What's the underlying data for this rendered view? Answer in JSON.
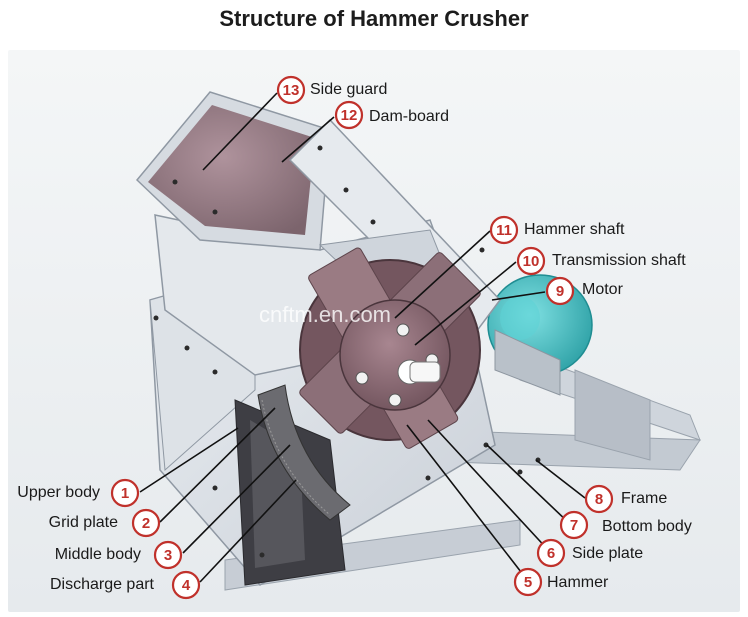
{
  "title": "Structure of Hammer Crusher",
  "watermark": "cnftm.en.com",
  "colors": {
    "badge": "#c0312b",
    "machine_body": "#d8dde4",
    "hopper_interior": "#8f6f73",
    "rotor": "#8c6e76",
    "motor": "#3fc0c4",
    "panel_background": "#eef1f3"
  },
  "parts": [
    {
      "number": "1",
      "name": "Upper body"
    },
    {
      "number": "2",
      "name": "Grid plate"
    },
    {
      "number": "3",
      "name": "Middle body"
    },
    {
      "number": "4",
      "name": "Discharge part"
    },
    {
      "number": "5",
      "name": "Hammer"
    },
    {
      "number": "6",
      "name": "Side plate"
    },
    {
      "number": "7",
      "name": "Bottom body"
    },
    {
      "number": "8",
      "name": "Frame"
    },
    {
      "number": "9",
      "name": "Motor"
    },
    {
      "number": "10",
      "name": "Transmission shaft"
    },
    {
      "number": "11",
      "name": "Hammer shaft"
    },
    {
      "number": "12",
      "name": "Dam-board"
    },
    {
      "number": "13",
      "name": "Side guard"
    }
  ]
}
